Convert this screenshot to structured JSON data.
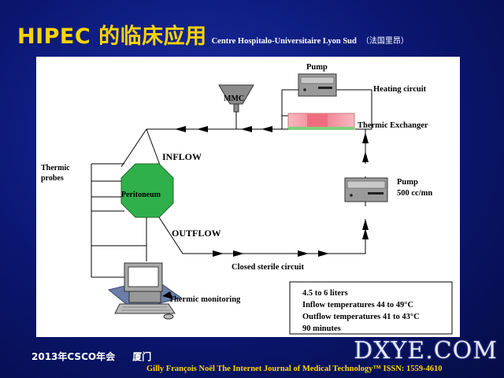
{
  "slide": {
    "title_main": "HIPEC 的临床应用",
    "title_source": "Centre Hospitalo-Universitaire Lyon Sud",
    "title_location": "（法国里昂）"
  },
  "diagram": {
    "pump_top_label": "Pump",
    "heating_circuit_label": "Heating circuit",
    "mmc_label": "MMC",
    "thermic_exchanger_label": "Thermic Exchanger",
    "inflow_label": "INFLOW",
    "thermic_probes_line1": "Thermic",
    "thermic_probes_line2": "probes",
    "peritoneum_label": "Peritoneum",
    "pump_right_label": "Pump",
    "pump_right_rate": "500 cc/mn",
    "outflow_label": "OUTFLOW",
    "closed_circuit_label": "Closed sterile circuit",
    "thermic_monitoring_label": "Thermic monitoring",
    "info_lines": [
      "4.5 to 6 liters",
      "Inflow temperatures 44 to 49°C",
      "Outflow temperatures 41 to 43°C",
      "90 minutes"
    ]
  },
  "footer": {
    "conference": "2013年CSCO年会",
    "city": "厦门",
    "citation": "Gilly  François Noël The Internet Journal of Medical Technology™ ISSN: 1559-4610"
  },
  "logo": {
    "text": "DXYE.COM"
  },
  "colors": {
    "title_yellow": "#ffd400",
    "peritoneum_green": "#2fb04a",
    "exchanger_pink": "#f4a3ad",
    "exchanger_green": "#7fd07a"
  }
}
